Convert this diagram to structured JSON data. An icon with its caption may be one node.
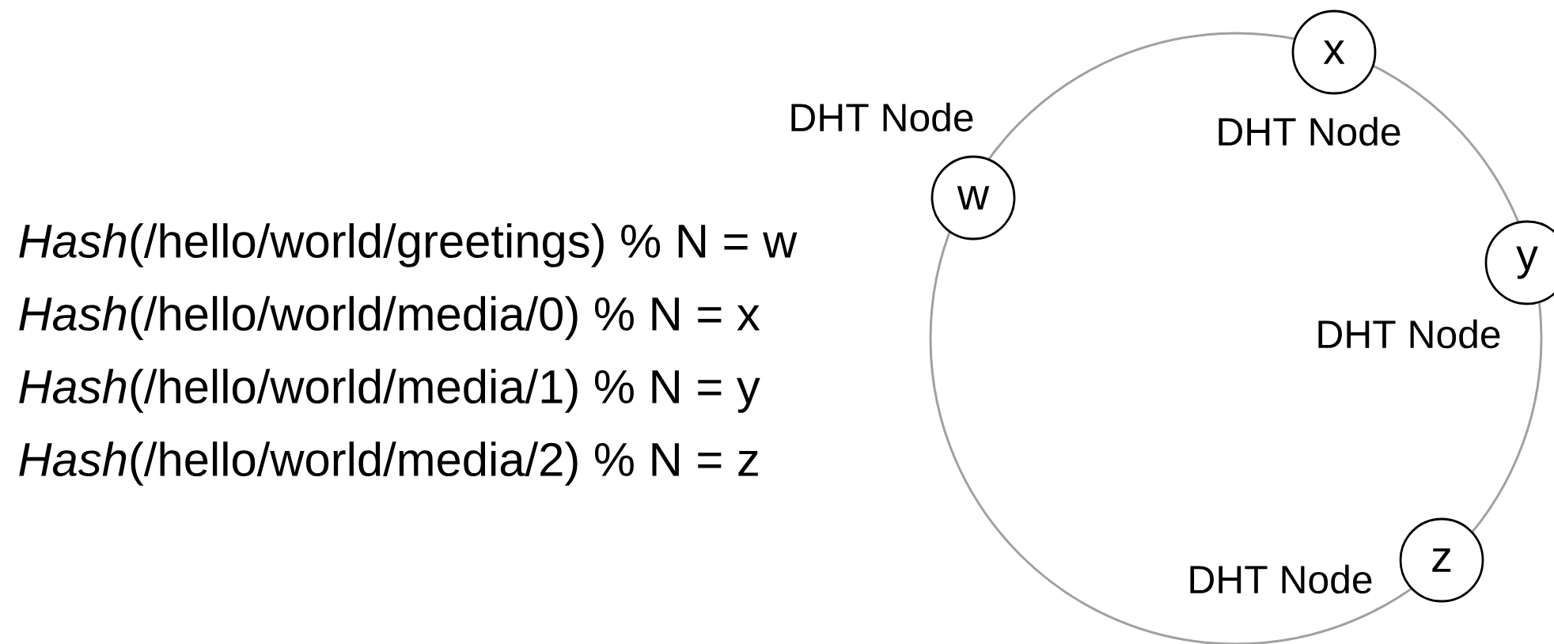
{
  "diagram": {
    "nodes": [
      {
        "text": [
          "x"
        ],
        "beside": [
          "DHT Node"
        ]
      },
      {
        "text": [
          "w"
        ],
        "beside": [
          "DHT Node"
        ]
      },
      {
        "text": [
          "y"
        ],
        "beside": [
          "DHT Node"
        ]
      },
      {
        "text": [
          "z"
        ],
        "beside": [
          "DHT Node"
        ]
      }
    ],
    "edges": [],
    "labels": [
      "*Hash*(/hello/world/greetings) % N = w",
      "*Hash*(/hello/world/media/0) % N = x",
      "*Hash*(/hello/world/media/1) % N = y",
      "*Hash*(/hello/world/media/2) % N = z"
    ]
  }
}
